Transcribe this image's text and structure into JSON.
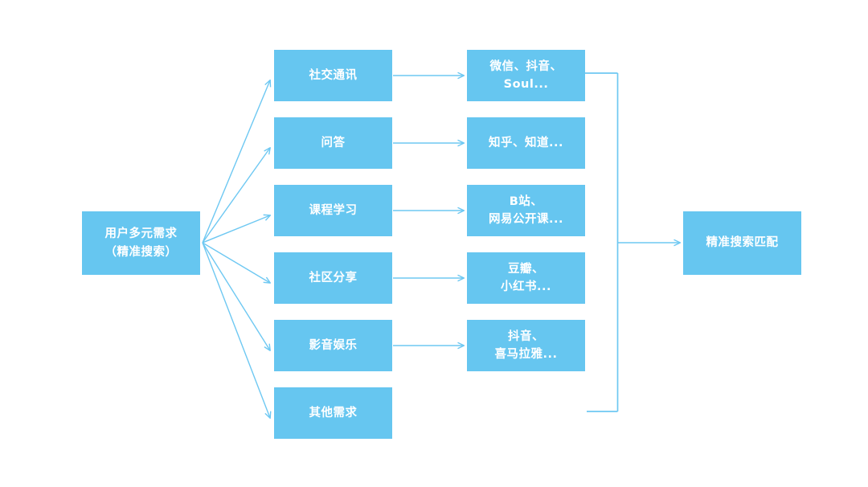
{
  "diagram": {
    "type": "flowchart",
    "direction": "left-to-right",
    "background_color": "#ffffff",
    "node_fill_color": "#66c6f0",
    "node_text_color": "#ffffff",
    "connector_color": "#6ec8f2",
    "root": {
      "id": "root",
      "line1": "用户多元需求",
      "line2": "（精准搜索）"
    },
    "categories": [
      {
        "id": "cat-social",
        "label": "社交通讯"
      },
      {
        "id": "cat-qa",
        "label": "问答"
      },
      {
        "id": "cat-course",
        "label": "课程学习"
      },
      {
        "id": "cat-community",
        "label": "社区分享"
      },
      {
        "id": "cat-media",
        "label": "影音娱乐"
      },
      {
        "id": "cat-other",
        "label": "其他需求"
      }
    ],
    "apps": [
      {
        "id": "app-social",
        "line1": "微信、抖音、",
        "line2": "Soul..."
      },
      {
        "id": "app-qa",
        "line1": "知乎、知道...",
        "line2": ""
      },
      {
        "id": "app-course",
        "line1": "B站、",
        "line2": "网易公开课..."
      },
      {
        "id": "app-community",
        "line1": "豆瓣、",
        "line2": "小红书..."
      },
      {
        "id": "app-media",
        "line1": "抖音、",
        "line2": "喜马拉雅..."
      }
    ],
    "final": {
      "id": "final",
      "label": "精准搜索匹配"
    }
  }
}
